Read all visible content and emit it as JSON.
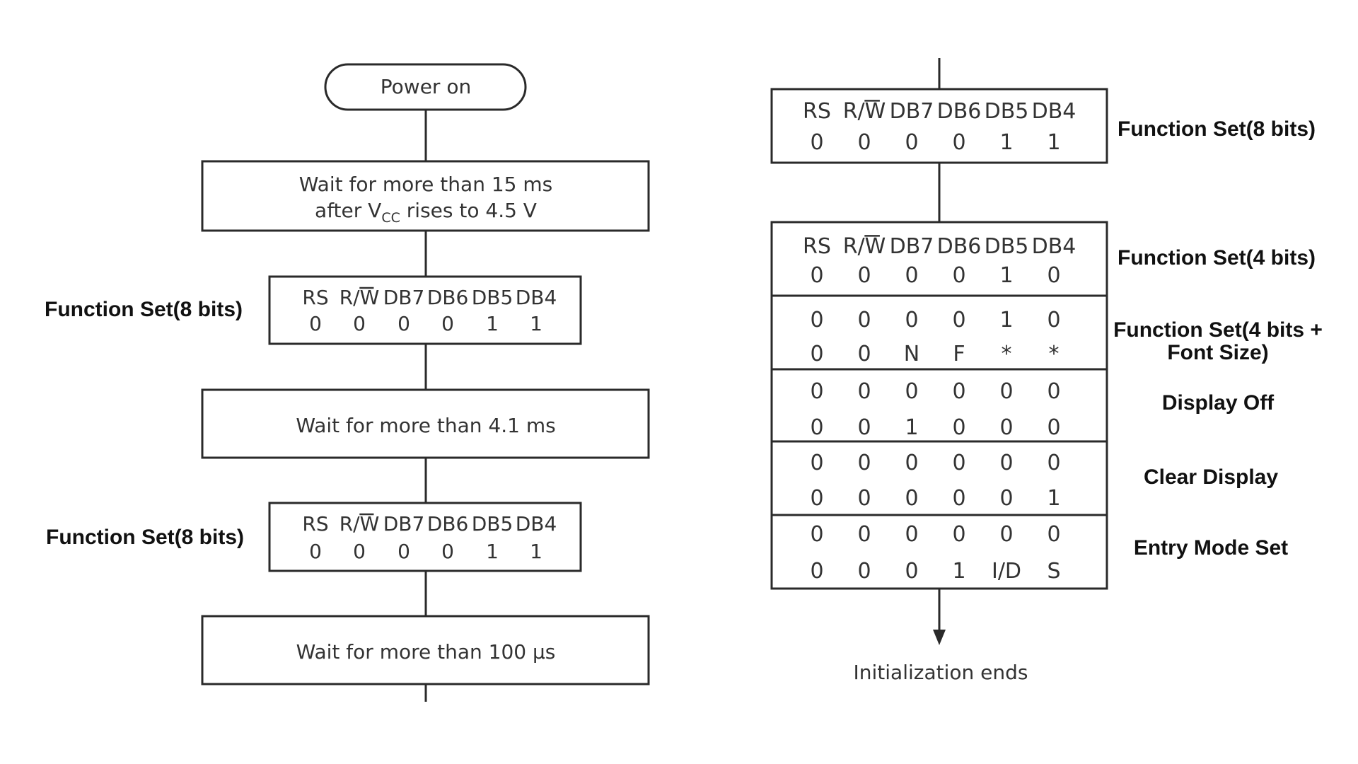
{
  "left_flow": {
    "start": "Power on",
    "wait1": {
      "line1": "Wait for more than 15 ms",
      "line2_pre": "after V",
      "line2_sub": "CC",
      "line2_post": " rises to 4.5 V"
    },
    "cmd1": {
      "label": "Function Set(8 bits)",
      "headers": [
        "RS",
        "R/W",
        "DB7",
        "DB6",
        "DB5",
        "DB4"
      ],
      "bits": [
        "0",
        "0",
        "0",
        "0",
        "1",
        "1"
      ]
    },
    "wait2": "Wait for more than 4.1 ms",
    "cmd2": {
      "label": "Function Set(8 bits)",
      "headers": [
        "RS",
        "R/W",
        "DB7",
        "DB6",
        "DB5",
        "DB4"
      ],
      "bits": [
        "0",
        "0",
        "0",
        "0",
        "1",
        "1"
      ]
    },
    "wait3": "Wait for more than 100 µs"
  },
  "right_flow": {
    "cmd1": {
      "label": "Function Set(8 bits)",
      "headers": [
        "RS",
        "R/W",
        "DB7",
        "DB6",
        "DB5",
        "DB4"
      ],
      "bits": [
        "0",
        "0",
        "0",
        "0",
        "1",
        "1"
      ]
    },
    "cmd2": {
      "label": "Function Set(4 bits)",
      "headers": [
        "RS",
        "R/W",
        "DB7",
        "DB6",
        "DB5",
        "DB4"
      ],
      "bits": [
        "0",
        "0",
        "0",
        "0",
        "1",
        "0"
      ]
    },
    "cmd3": {
      "label_line1": "Function Set(4 bits +",
      "label_line2": "Font Size)",
      "row1": [
        "0",
        "0",
        "0",
        "0",
        "1",
        "0"
      ],
      "row2": [
        "0",
        "0",
        "N",
        "F",
        "*",
        "*"
      ]
    },
    "cmd4": {
      "label": "Display Off",
      "row1": [
        "0",
        "0",
        "0",
        "0",
        "0",
        "0"
      ],
      "row2": [
        "0",
        "0",
        "1",
        "0",
        "0",
        "0"
      ]
    },
    "cmd5": {
      "label": "Clear Display",
      "row1": [
        "0",
        "0",
        "0",
        "0",
        "0",
        "0"
      ],
      "row2": [
        "0",
        "0",
        "0",
        "0",
        "0",
        "1"
      ]
    },
    "cmd6": {
      "label": "Entry Mode Set",
      "row1": [
        "0",
        "0",
        "0",
        "0",
        "0",
        "0"
      ],
      "row2": [
        "0",
        "0",
        "0",
        "1",
        "I/D",
        "S"
      ]
    },
    "end": "Initialization ends"
  }
}
